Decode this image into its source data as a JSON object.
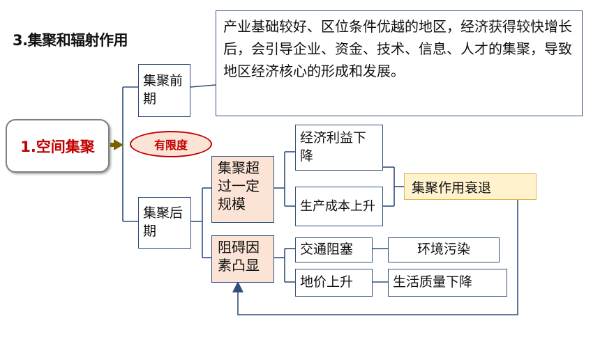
{
  "title": "3.集聚和辐射作用",
  "description": "产业基础较好、区位条件优越的地区，经济获得较快增长后，会引导企业、资金、技术、信息、人才的集聚，导致地区经济核心的形成和发展。",
  "root": "1.空间集聚",
  "limit_label": "有限度",
  "early_stage": "集聚前期",
  "late_stage": "集聚后期",
  "over_scale": "集聚超过一定规模",
  "obstacles": "阻碍因素凸显",
  "benefit_drop": "经济利益下降",
  "cost_rise": "生产成本上升",
  "decline": "集聚作用衰退",
  "traffic": "交通阻塞",
  "pollution": "环境污染",
  "land_price": "地价上升",
  "life_quality": "生活质量下降",
  "colors": {
    "border": "#2f4e7b",
    "accent_red": "#c00000",
    "pink_fill": "#fbe4d5",
    "yellow_fill": "#fff2cc"
  }
}
